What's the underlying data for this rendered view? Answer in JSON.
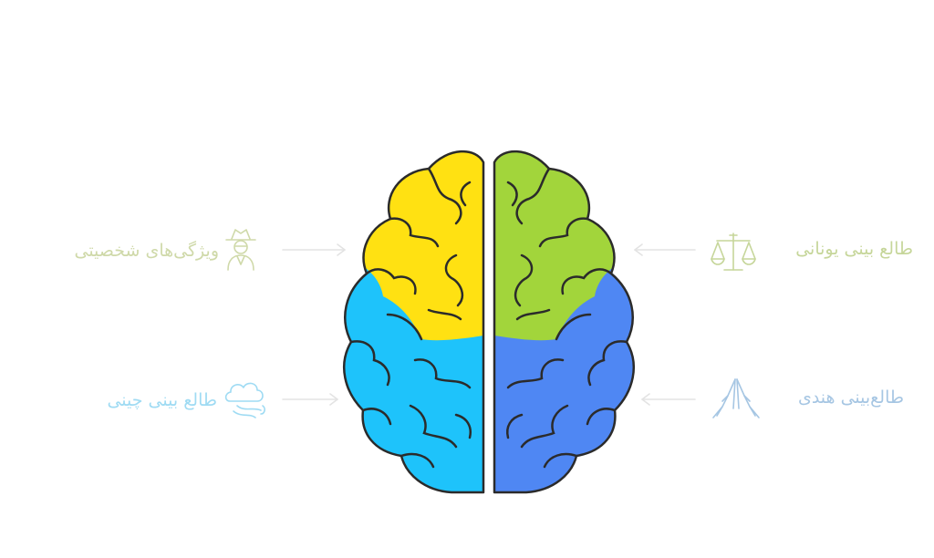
{
  "colors": {
    "outline": "#2b2b2b",
    "lobe_top_left": "#ffe112",
    "lobe_bottom_left": "#1ec3fb",
    "lobe_top_right": "#a2d53b",
    "lobe_bottom_right": "#4f87f3",
    "arrow": "#e3e3e3"
  },
  "labels": {
    "personality": {
      "text": "ویژگی‌های شخصیتی",
      "color": "#cfd9a9",
      "icon": "spy-icon"
    },
    "chinese": {
      "text": "طالع بینی چینی",
      "color": "#9fdbf3",
      "icon": "cloud-dragon-icon"
    },
    "greek": {
      "text": "طالع بینی یونانی",
      "color": "#c6d69a",
      "icon": "scales-icon"
    },
    "indian": {
      "text": "طالع‌بینی هندی",
      "color": "#a6c6e3",
      "icon": "praying-hands-icon"
    }
  }
}
